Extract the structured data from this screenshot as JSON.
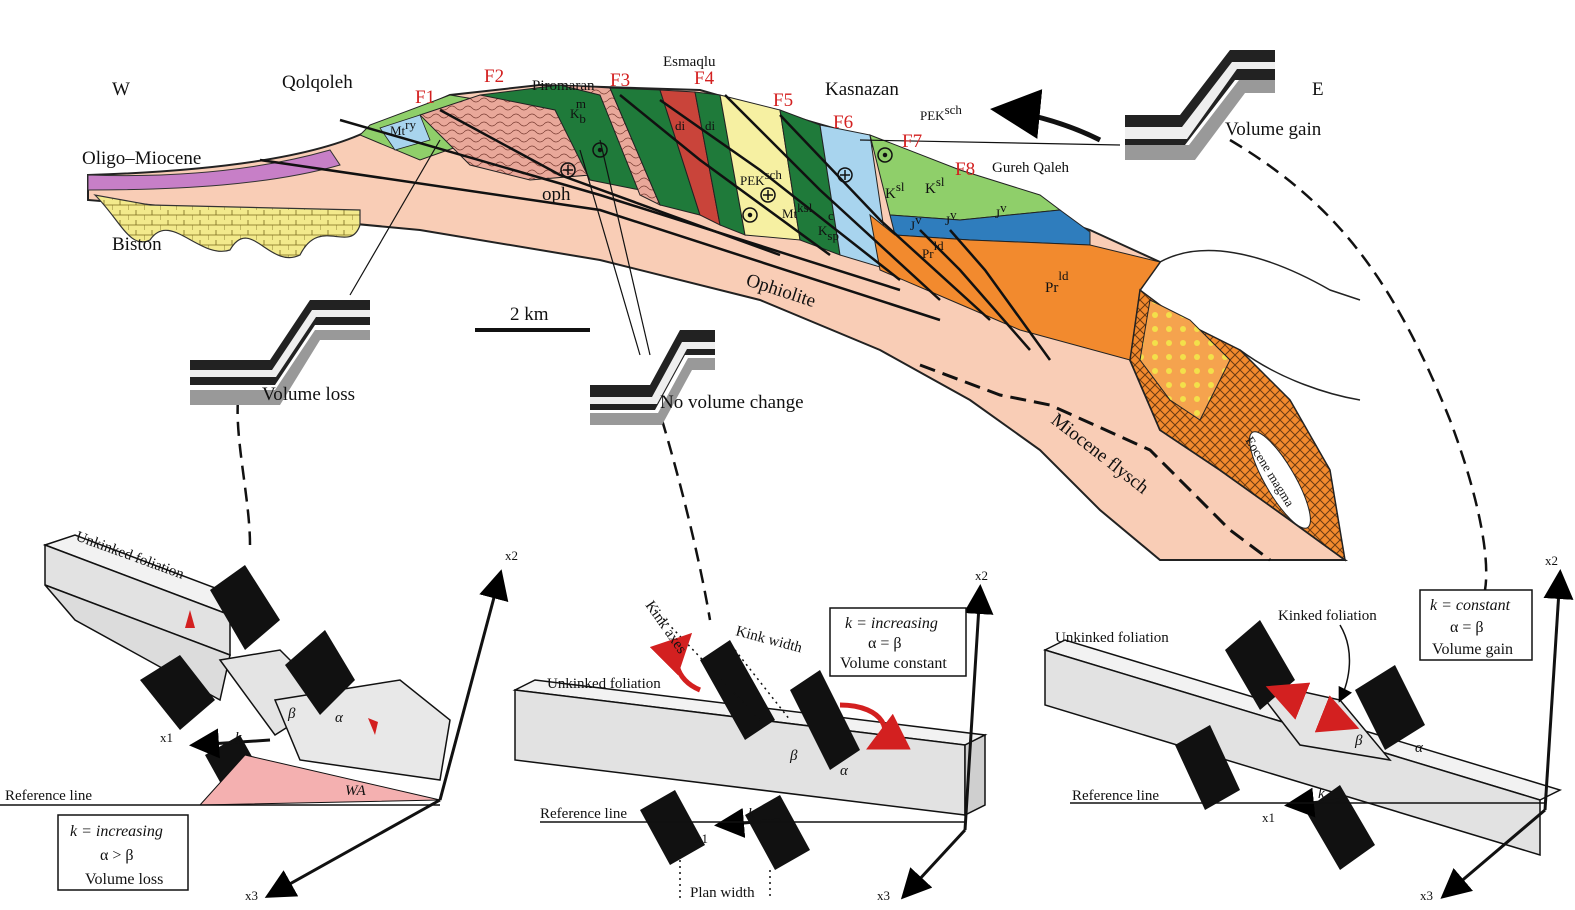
{
  "cross_section": {
    "directions": {
      "west": "W",
      "east": "E"
    },
    "places": {
      "qolqoleh": "Qolqoleh",
      "piromaran": "Piromaran",
      "esmaqlu": "Esmaqlu",
      "kasnazan": "Kasnazan",
      "gureh_qaleh": "Gureh Qaleh"
    },
    "faults": [
      "F1",
      "F2",
      "F3",
      "F4",
      "F5",
      "F6",
      "F7",
      "F8"
    ],
    "units": {
      "oligo_miocene": "Oligo–Miocene",
      "biston": "Biston",
      "oph": "oph",
      "ophiolite": "Ophiolite",
      "miocene_flysch": "Miocene flysch",
      "eocene_magma": "Eocene magma",
      "mt": "Mt",
      "ry": "ry",
      "di": "di",
      "k": "K",
      "j": "J",
      "pr": "Pr",
      "pek": "PEK",
      "sch": "sch",
      "sl": "sl",
      "v": "v",
      "ld": "ld",
      "sp": "sp",
      "c": "c",
      "m": "m",
      "b": "b",
      "ksl": "ksl"
    },
    "scale_bar": "2 km",
    "volume_labels": {
      "loss": "Volume loss",
      "no_change": "No volume change",
      "gain": "Volume gain"
    },
    "colors": {
      "ophiolite": "#f9cdb6",
      "light_green": "#8fcf6a",
      "dark_green": "#1f7a3a",
      "red_unit": "#c9443a",
      "pink_unit": "#e9a89a",
      "yellow_unit": "#f6f0a2",
      "blue_unit": "#2f7dbd",
      "light_blue": "#a8d4ee",
      "orange_unit": "#f28a2e",
      "purple_unit": "#c77fc7",
      "biston_yellow": "#f3ea8c"
    }
  },
  "panels": {
    "left": {
      "unkinked": "Unkinked foliation",
      "reference": "Reference line",
      "wa": "WA",
      "alpha": "α",
      "beta": "β",
      "k": "k",
      "x1": "x1",
      "x2": "x2",
      "x3": "x3",
      "box": [
        "k = increasing",
        "α > β",
        "Volume loss"
      ]
    },
    "middle": {
      "kink_axes": "Kink axes",
      "kink_width": "Kink width",
      "unkinked": "Unkinked foliation",
      "reference": "Reference line",
      "plan_width": "Plan width",
      "alpha": "α",
      "beta": "β",
      "k": "k",
      "x1": "x1",
      "x2": "x2",
      "x3": "x3",
      "box": [
        "k = increasing",
        "α = β",
        "Volume constant"
      ]
    },
    "right": {
      "unkinked": "Unkinked foliation",
      "kinked": "Kinked foliation",
      "reference": "Reference line",
      "alpha": "α",
      "beta": "β",
      "k": "k",
      "x1": "x1",
      "x2": "x2",
      "x3": "x3",
      "box": [
        "k = constant",
        "α = β",
        "Volume gain"
      ]
    }
  }
}
